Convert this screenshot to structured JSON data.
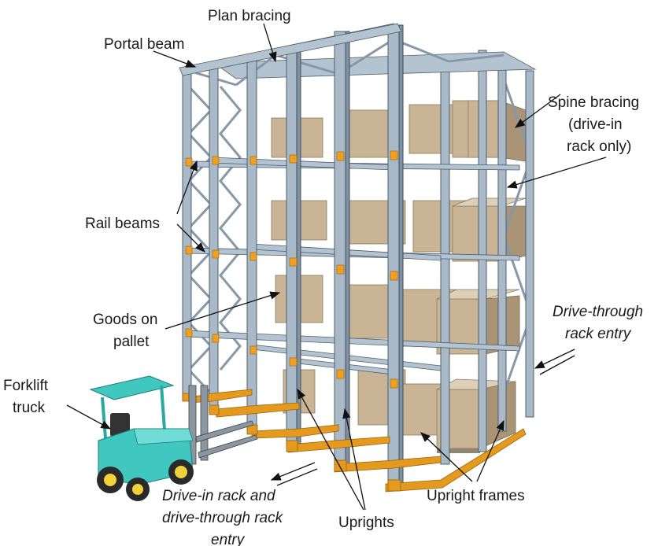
{
  "labels": {
    "plan_bracing": "Plan bracing",
    "portal_beam": "Portal beam",
    "spine_bracing_1": "Spine bracing",
    "spine_bracing_2": "(drive-in",
    "spine_bracing_3": "rack only)",
    "rail_beams": "Rail beams",
    "goods_on_pallet_1": "Goods on",
    "goods_on_pallet_2": "pallet",
    "drive_through_1": "Drive-through",
    "drive_through_2": "rack entry",
    "forklift_1": "Forklift",
    "forklift_2": "truck",
    "drive_in_1": "Drive-in rack and",
    "drive_in_2": "drive-through rack",
    "drive_in_3": "entry",
    "uprights": "Uprights",
    "upright_frames": "Upright frames"
  },
  "colors": {
    "steel": "#a9b9c7",
    "footplate": "#e49a1e",
    "goods": "#c9b596",
    "forklift_body": "#3fc7c0",
    "forklift_wheel": "#f2d23a"
  }
}
